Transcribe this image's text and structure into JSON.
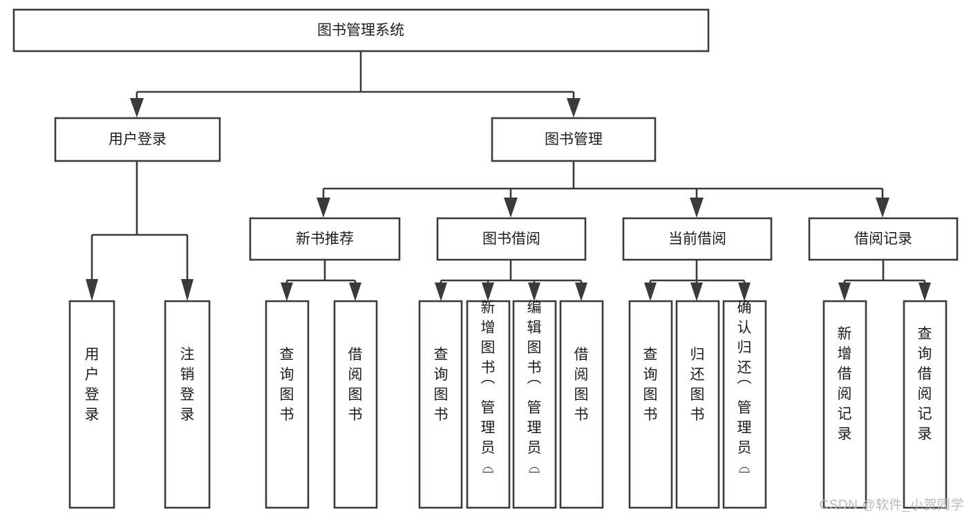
{
  "diagram": {
    "title": "图书管理系统",
    "type": "tree-hierarchy",
    "root": {
      "label": "图书管理系统"
    },
    "level2": [
      {
        "label": "用户登录"
      },
      {
        "label": "图书管理"
      }
    ],
    "level3": [
      {
        "label": "新书推荐"
      },
      {
        "label": "图书借阅"
      },
      {
        "label": "当前借阅"
      },
      {
        "label": "借阅记录"
      }
    ],
    "leaves": {
      "user_login": [
        {
          "label": "用户登录"
        },
        {
          "label": "注销登录"
        }
      ],
      "new_book_recommend": [
        {
          "label": "查询图书"
        },
        {
          "label": "借阅图书"
        }
      ],
      "book_borrow": [
        {
          "label": "查询图书"
        },
        {
          "label": "新增图书（管理员）"
        },
        {
          "label": "编辑图书（管理员）"
        },
        {
          "label": "借阅图书"
        }
      ],
      "current_borrow": [
        {
          "label": "查询图书"
        },
        {
          "label": "归还图书"
        },
        {
          "label": "确认归还（管理员）"
        }
      ],
      "borrow_record": [
        {
          "label": "新增借阅记录"
        },
        {
          "label": "查询借阅记录"
        }
      ]
    }
  },
  "watermark": {
    "text": "CSDN @软件_小贺同学"
  },
  "colors": {
    "stroke": "#3a3a3a",
    "box_fill": "#ffffff",
    "text": "#1c1c1c",
    "watermark": "#b9b9b9",
    "background": "#ffffff"
  }
}
